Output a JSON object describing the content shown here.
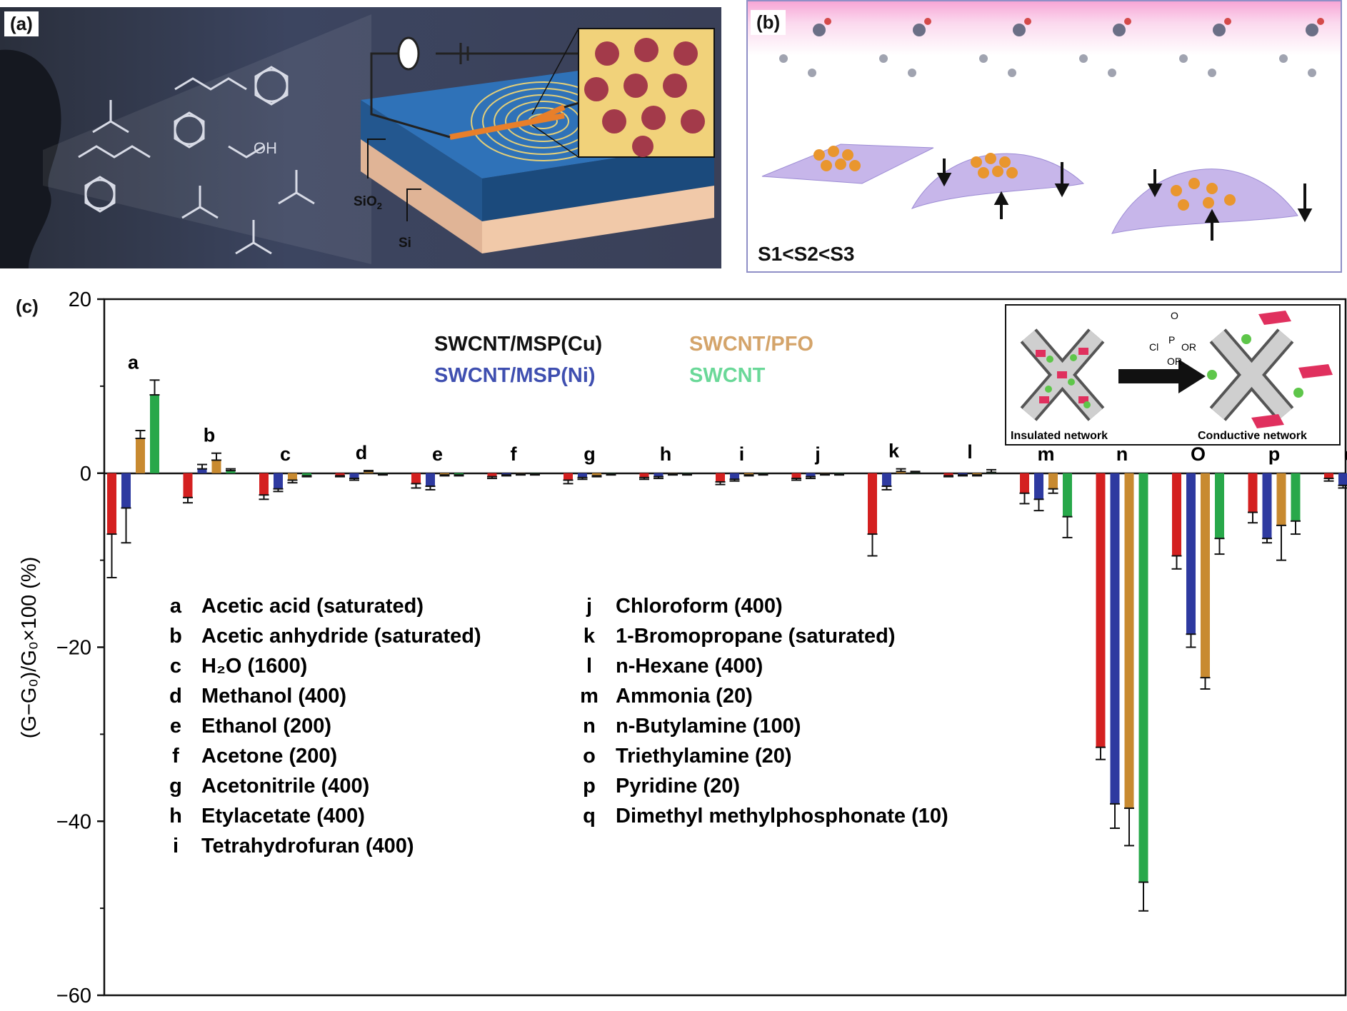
{
  "panels": {
    "a": {
      "label": "(a)",
      "sio2": "SiO",
      "sio2_sub": "2",
      "si": "Si",
      "oh": "OH"
    },
    "b": {
      "label": "(b)",
      "strain": "S1<S2<S3"
    },
    "c": {
      "label": "(c)"
    }
  },
  "inset": {
    "left_caption": "Insulated network",
    "right_caption": "Conductive network",
    "reagent_o": "O",
    "reagent_p": "P",
    "reagent_cl": "Cl",
    "reagent_or1": "OR",
    "reagent_or2": "OR"
  },
  "key": {
    "col1": [
      {
        "code": "a",
        "name": "Acetic acid (saturated)"
      },
      {
        "code": "b",
        "name": "Acetic anhydride (saturated)"
      },
      {
        "code": "c",
        "name": "H₂O (1600)"
      },
      {
        "code": "d",
        "name": "Methanol (400)"
      },
      {
        "code": "e",
        "name": "Ethanol (200)"
      },
      {
        "code": "f",
        "name": "Acetone (200)"
      },
      {
        "code": "g",
        "name": "Acetonitrile (400)"
      },
      {
        "code": "h",
        "name": "Etylacetate (400)"
      },
      {
        "code": "i",
        "name": "Tetrahydrofuran (400)"
      }
    ],
    "col2": [
      {
        "code": "j",
        "name": "Chloroform (400)"
      },
      {
        "code": "k",
        "name": "1-Bromopropane (saturated)"
      },
      {
        "code": "l",
        "name": "n-Hexane (400)"
      },
      {
        "code": "m",
        "name": "Ammonia (20)"
      },
      {
        "code": "n",
        "name": "n-Butylamine (100)"
      },
      {
        "code": "o",
        "name": "Triethylamine (20)"
      },
      {
        "code": "p",
        "name": "Pyridine (20)"
      },
      {
        "code": "q",
        "name": "Dimethyl methylphosphonate (10)"
      }
    ]
  },
  "chart_data": {
    "type": "bar",
    "ylabel": "(G−G₀)/G₀×100 (%)",
    "ylim": [
      -60,
      20
    ],
    "yticks": [
      20,
      -20,
      -40,
      -60
    ],
    "yzero_tick": "0",
    "categories": [
      "a",
      "b",
      "c",
      "d",
      "e",
      "f",
      "g",
      "h",
      "i",
      "j",
      "k",
      "l",
      "m",
      "n",
      "O",
      "p",
      "q"
    ],
    "series": [
      {
        "name": "SWCNT/MSP(Cu)",
        "color": "#d42020",
        "values": [
          -7,
          -2.8,
          -2.5,
          -0.3,
          -1.2,
          -0.4,
          -0.8,
          -0.5,
          -1,
          -0.6,
          -7,
          -0.3,
          -2.3,
          -31.5,
          -9.5,
          -4.5,
          -0.6
        ],
        "errors": [
          5,
          0.6,
          0.5,
          0.1,
          0.5,
          0.2,
          0.4,
          0.2,
          0.3,
          0.2,
          2.5,
          0.1,
          1.2,
          1.4,
          1.5,
          1.2,
          0.3
        ]
      },
      {
        "name": "SWCNT/MSP(Ni)",
        "color": "#2e3aa0",
        "values": [
          -4,
          0.5,
          -1.8,
          -0.6,
          -1.5,
          -0.2,
          -0.5,
          -0.4,
          -0.7,
          -0.4,
          -1.5,
          -0.2,
          -3,
          -38,
          -18.5,
          -7.5,
          -1.4
        ],
        "errors": [
          4,
          0.5,
          0.3,
          0.2,
          0.4,
          0.1,
          0.2,
          0.2,
          0.2,
          0.2,
          0.4,
          0.1,
          1.3,
          2.8,
          1.5,
          0.5,
          0.3
        ]
      },
      {
        "name": "SWCNT/PFO",
        "color": "#c88a30",
        "values": [
          4,
          1.5,
          -0.8,
          0.2,
          -0.2,
          -0.1,
          -0.3,
          -0.1,
          -0.2,
          -0.1,
          0.2,
          -0.2,
          -1.8,
          -38.5,
          -23.5,
          -6,
          -1.2
        ],
        "errors": [
          0.9,
          0.8,
          0.3,
          0.1,
          0.1,
          0.1,
          0.1,
          0.1,
          0.1,
          0.1,
          0.3,
          0.1,
          0.5,
          4.3,
          1.3,
          4,
          0.3
        ]
      },
      {
        "name": "SWCNT",
        "color": "#28a84a",
        "values": [
          9,
          0.3,
          -0.3,
          -0.1,
          -0.2,
          -0.1,
          -0.1,
          -0.1,
          -0.1,
          -0.1,
          0.1,
          0.1,
          -5,
          -47,
          -7.5,
          -5.5,
          -2.5
        ],
        "errors": [
          1.7,
          0.2,
          0.1,
          0.1,
          0.1,
          0.1,
          0.1,
          0.1,
          0.1,
          0.1,
          0.1,
          0.3,
          2.4,
          3.3,
          1.8,
          1.5,
          1.6
        ]
      }
    ],
    "legend": [
      {
        "name": "SWCNT/MSP(Cu)",
        "color": "#111111"
      },
      {
        "name": "SWCNT/PFO",
        "color": "#d4a46a"
      },
      {
        "name": "SWCNT/MSP(Ni)",
        "color": "#3f4fb0"
      },
      {
        "name": "SWCNT",
        "color": "#6ad898"
      }
    ]
  }
}
